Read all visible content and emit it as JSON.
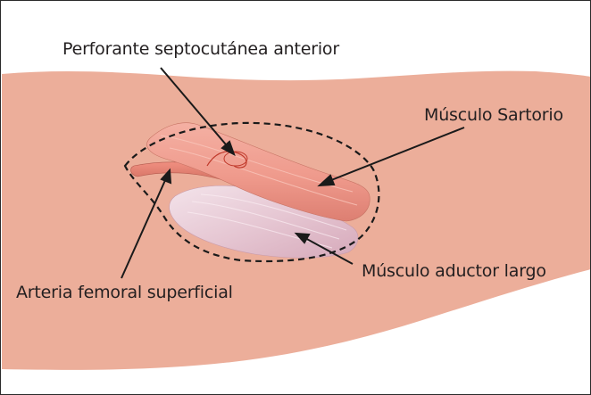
{
  "labels": {
    "perforante": "Perforante septocutánea anterior",
    "sartorio": "Músculo Sartorio",
    "aductor": "Músculo aductor largo",
    "arteria": "Arteria femoral superficial"
  },
  "colors": {
    "skin": "#ecae9a",
    "muscle_sartorio": "#f09a8e",
    "muscle_aductor": "#e9cbd6",
    "artery": "#de7c6c",
    "outline": "#1a1a1a",
    "text": "#231f20"
  }
}
